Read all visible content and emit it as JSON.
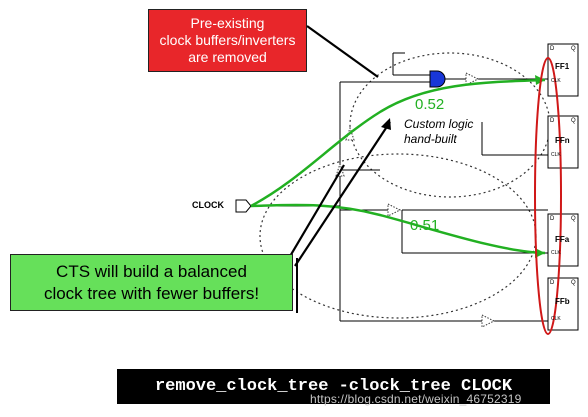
{
  "red_callout": {
    "line1": "Pre-existing",
    "line2": "clock buffers/inverters",
    "line3": "are removed"
  },
  "green_callout": {
    "line1": "CTS will build a balanced",
    "line2": "clock tree with fewer buffers!"
  },
  "labels": {
    "clock": "CLOCK",
    "delay_top": "0.52",
    "delay_bottom": "0.51",
    "custom_logic_1": "Custom logic",
    "custom_logic_2": "hand-built"
  },
  "flipflops": [
    {
      "name": "FF1",
      "d": "D",
      "q": "Q",
      "clk": "CLK"
    },
    {
      "name": "FFn",
      "d": "D",
      "q": "Q",
      "clk": "CLK"
    },
    {
      "name": "FFa",
      "d": "D",
      "q": "Q",
      "clk": "CLK"
    },
    {
      "name": "FFb",
      "d": "D",
      "q": "Q",
      "clk": "CLK"
    }
  ],
  "command": "remove_clock_tree -clock_tree CLOCK",
  "watermark": "https://blog.csdn.net/weixin_46752319",
  "colors": {
    "tree_green": "#22b022",
    "callout_red": "#e8262a",
    "callout_green": "#66e05a",
    "highlight_red": "#d01818"
  }
}
